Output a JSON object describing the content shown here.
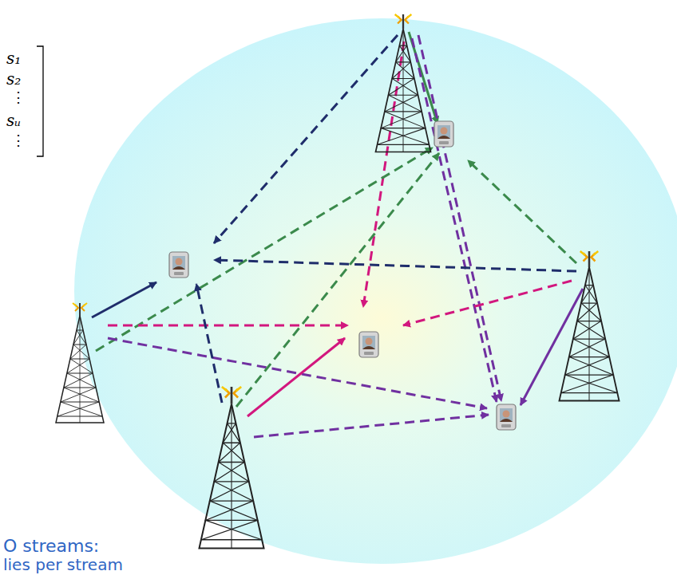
{
  "diagram": {
    "labels": [
      "s₁",
      "s₂",
      "⋮",
      "sᵤ",
      "⋮",
      "O streams:",
      "lies per stream"
    ]
  }
}
